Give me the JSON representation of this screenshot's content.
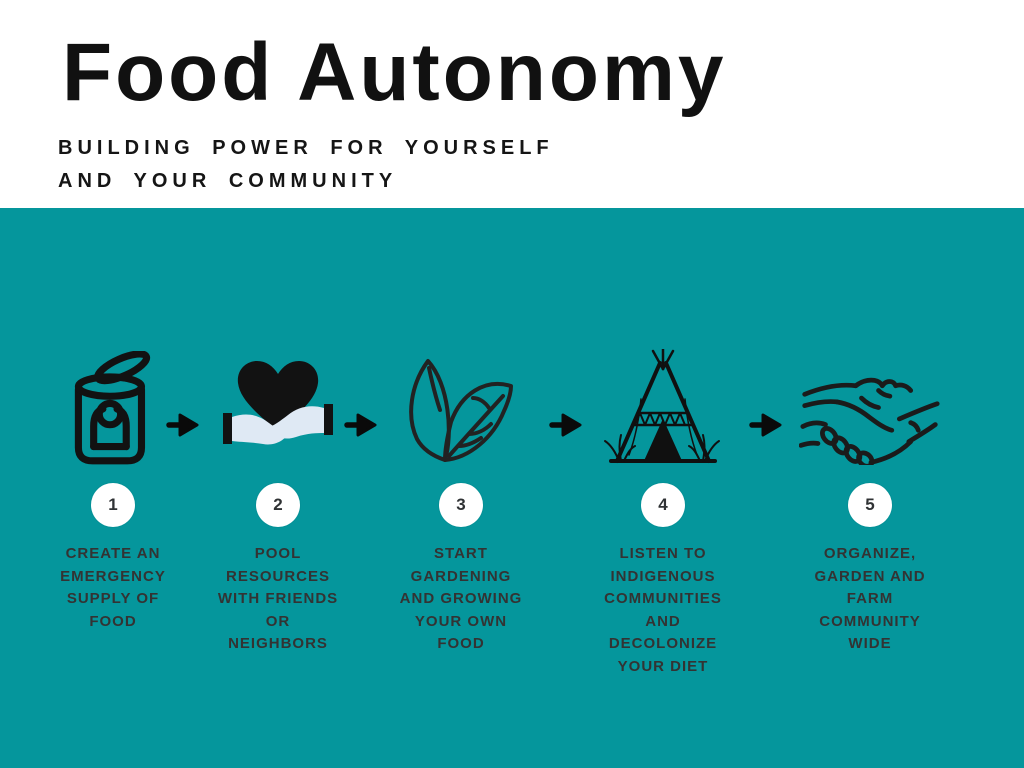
{
  "poster": {
    "title": "Food Autonomy",
    "subtitle": "BUILDING POWER FOR YOURSELF\nAND YOUR COMMUNITY"
  },
  "colors": {
    "background_white": "#FFFFFF",
    "band_teal": "#05969C",
    "title_black": "#111111",
    "step_text_dark": "#333333",
    "icon_black": "#121212",
    "hand_light": "#DFE9F4",
    "badge_white": "#FFFFFF"
  },
  "steps": [
    {
      "number": "1",
      "icon": "canned-food-icon",
      "label": "CREATE AN\nEMERGENCY\nSUPPLY OF\nFOOD"
    },
    {
      "number": "2",
      "icon": "heart-in-hands-icon",
      "label": "POOL\nRESOURCES\nWITH FRIENDS\nOR\nNEIGHBORS"
    },
    {
      "number": "3",
      "icon": "leaves-icon",
      "label": "START\nGARDENING\nAND GROWING\nYOUR OWN\nFOOD"
    },
    {
      "number": "4",
      "icon": "teepee-icon",
      "label": "LISTEN TO\nINDIGENOUS\nCOMMUNITIES\nAND\nDECOLONIZE\nYOUR DIET"
    },
    {
      "number": "5",
      "icon": "handshake-icon",
      "label": "ORGANIZE,\nGARDEN AND\nFARM\nCOMMUNITY\nWIDE"
    }
  ],
  "arrow": {
    "name": "right-arrow"
  }
}
